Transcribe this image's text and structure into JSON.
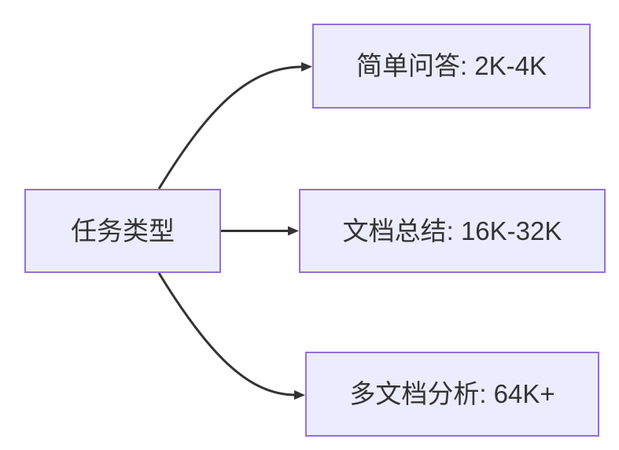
{
  "diagram": {
    "type": "flowchart",
    "direction": "left-to-right",
    "root": {
      "label": "任务类型"
    },
    "children": [
      {
        "id": "simple-qa",
        "label": "简单问答: 2K-4K"
      },
      {
        "id": "doc-summary",
        "label": "文档总结: 16K-32K"
      },
      {
        "id": "multi-doc",
        "label": "多文档分析: 64K+"
      }
    ],
    "edges": [
      {
        "from": "任务类型",
        "to": "简单问答: 2K-4K"
      },
      {
        "from": "任务类型",
        "to": "文档总结: 16K-32K"
      },
      {
        "from": "任务类型",
        "to": "多文档分析: 64K+"
      }
    ],
    "colors": {
      "node_fill": "#ECECFF",
      "node_border": "#9370DB",
      "text": "#333333",
      "arrow": "#333333",
      "background": "#FFFFFF"
    }
  }
}
